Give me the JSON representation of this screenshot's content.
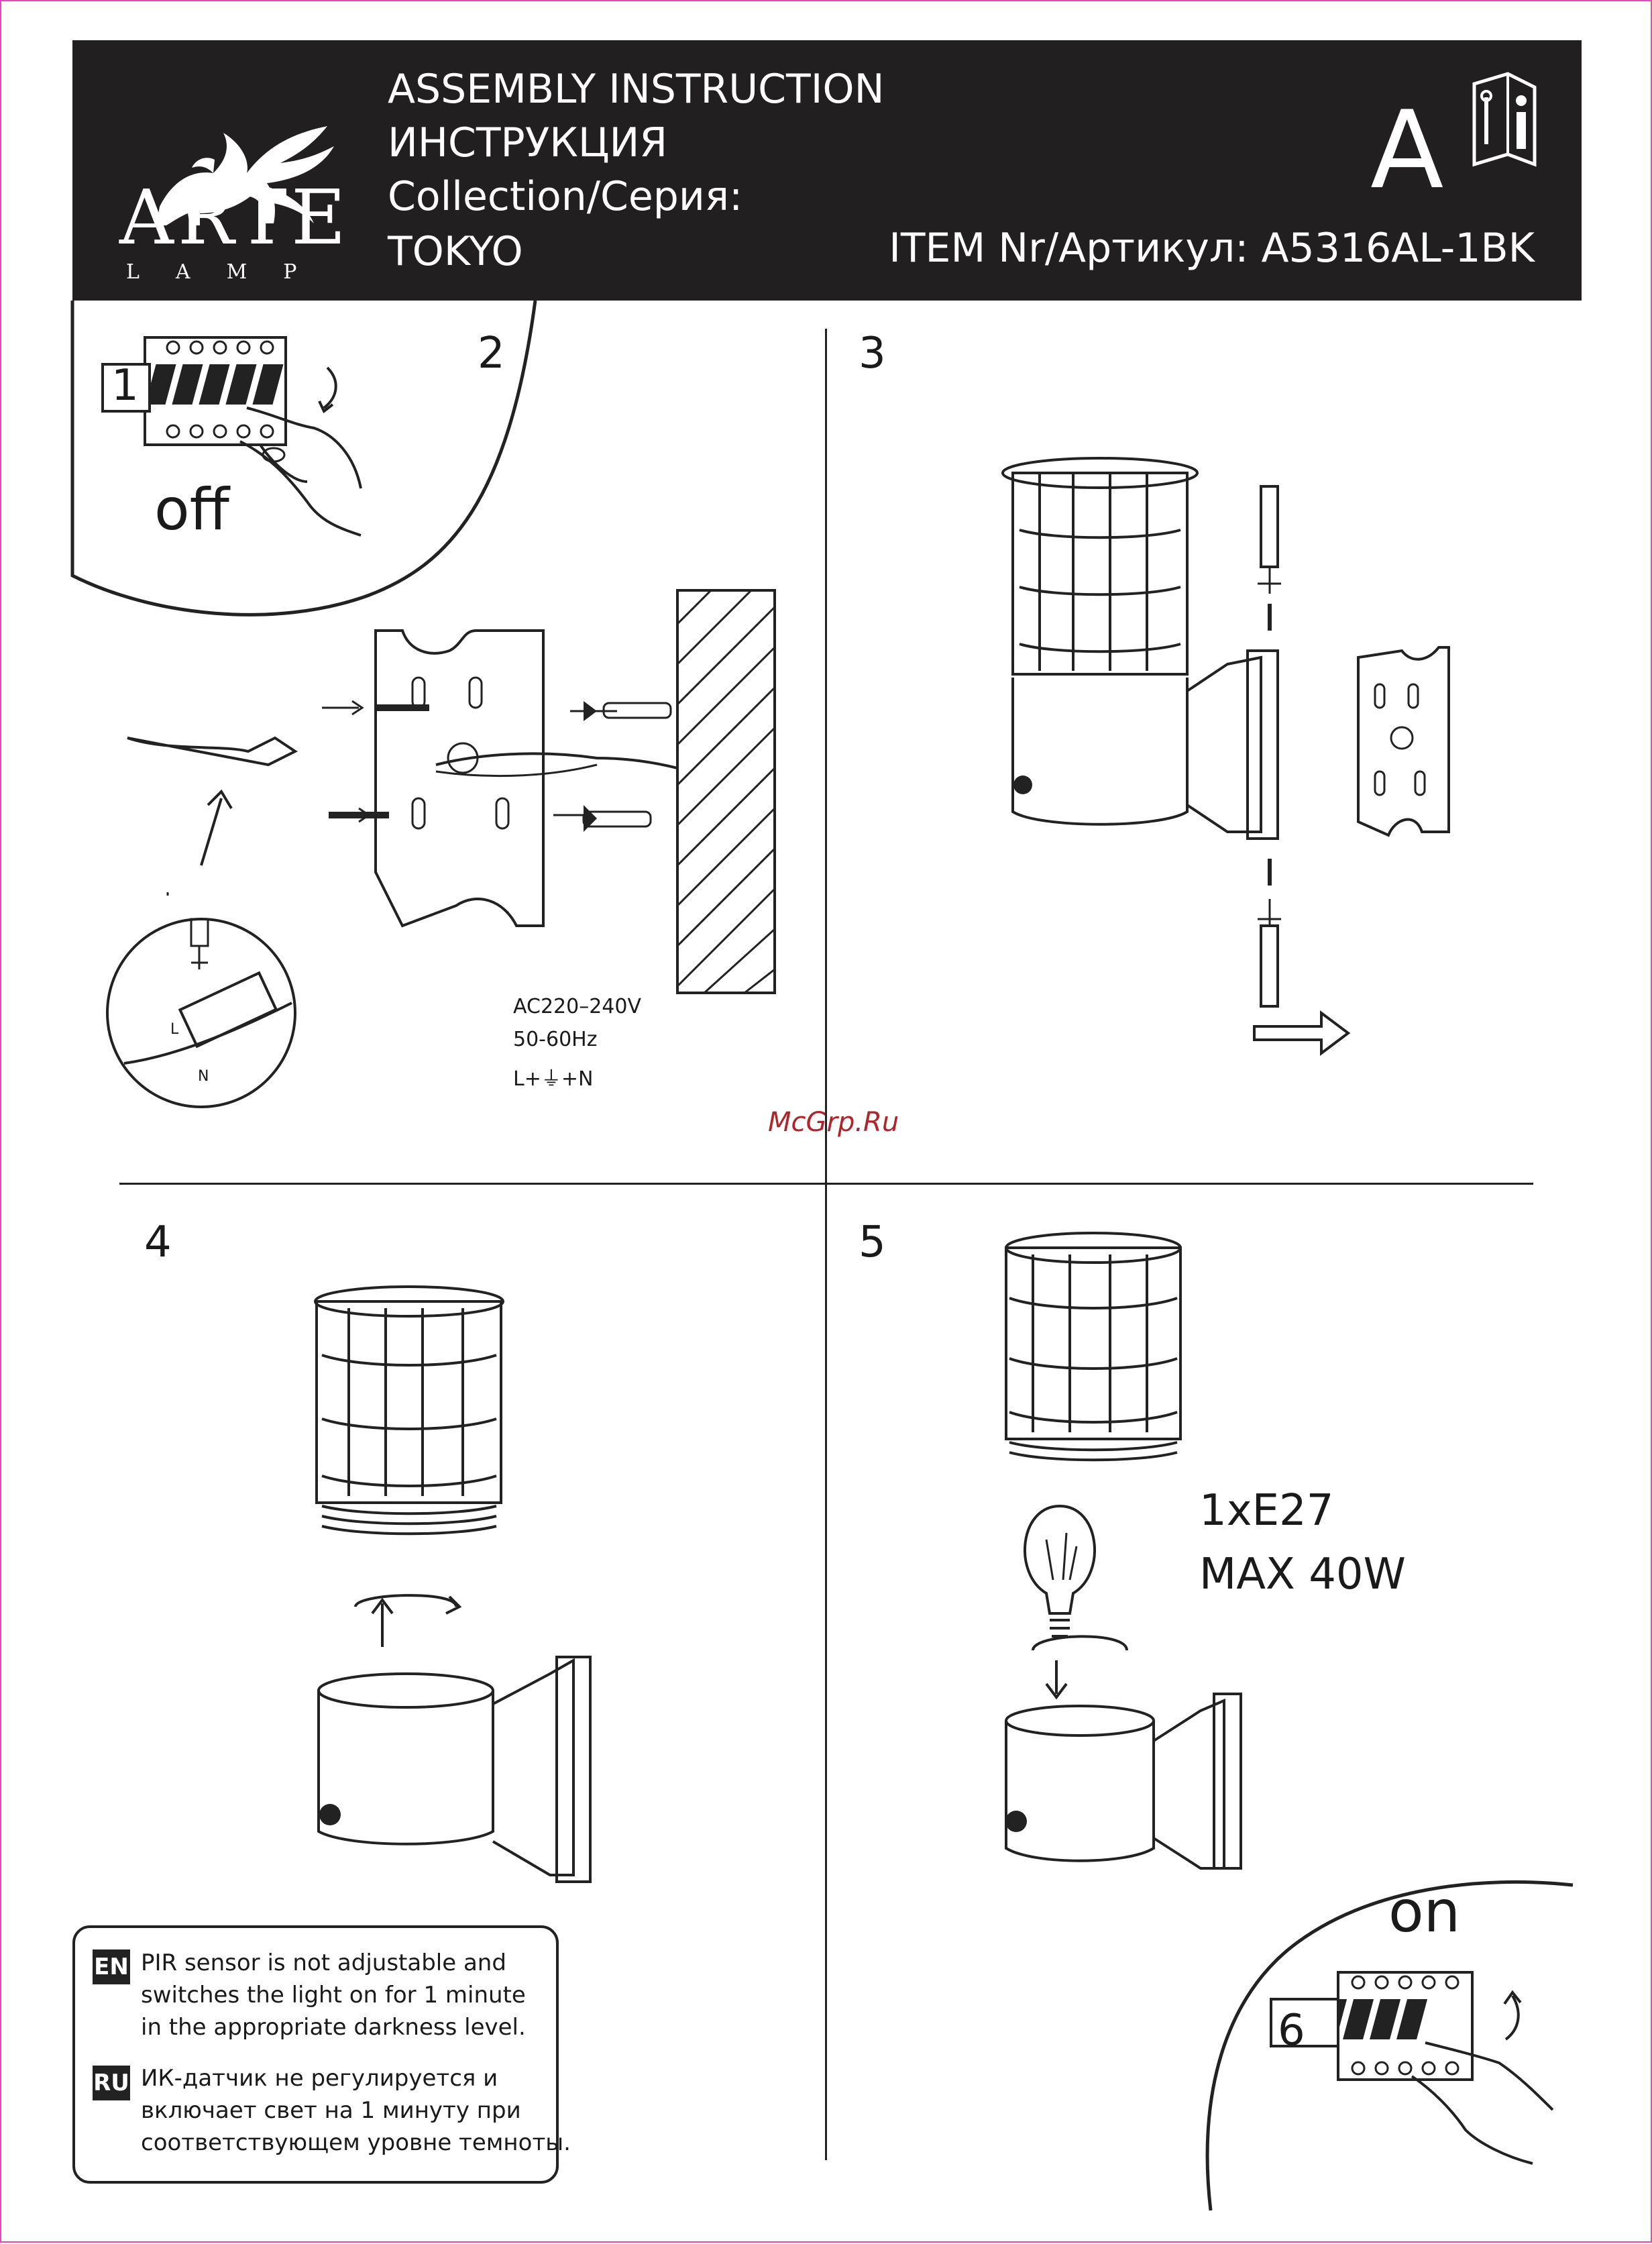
{
  "header": {
    "brand": "ARTE",
    "brand_sub": "LAMP",
    "line1": "ASSEMBLY INSTRUCTION",
    "line2": "ИНСТРУКЦИЯ",
    "line3": "Collection/Серия:",
    "line4": "TOKYO",
    "letter": "A",
    "item": "ITEM Nr/Артикул: A5316AL-1BK"
  },
  "steps": {
    "s1": "1",
    "s2": "2",
    "s3": "3",
    "s4": "4",
    "s5": "5",
    "s6": "6"
  },
  "labels": {
    "off": "off",
    "on": "on",
    "voltage": "AC220–240V",
    "frequency": "50-60Hz",
    "wiring": "L+⏚+N",
    "terminal_L": "L",
    "terminal_N": "N",
    "bulb_type": "1xE27",
    "bulb_power": "MAX 40W"
  },
  "note": {
    "en_tag": "EN",
    "en_lines": [
      "PIR sensor is not adjustable and",
      "switches the light on for 1 minute",
      "in the appropriate darkness level."
    ],
    "ru_tag": "RU",
    "ru_lines": [
      "ИК-датчик не регулируется и",
      "включает свет на 1 минуту при",
      "соответствующем уровне темноты."
    ]
  },
  "watermark": "McGrp.Ru",
  "colors": {
    "header_bg": "#221f20",
    "ink": "#1a1a1a",
    "border": "#e24bb0"
  }
}
